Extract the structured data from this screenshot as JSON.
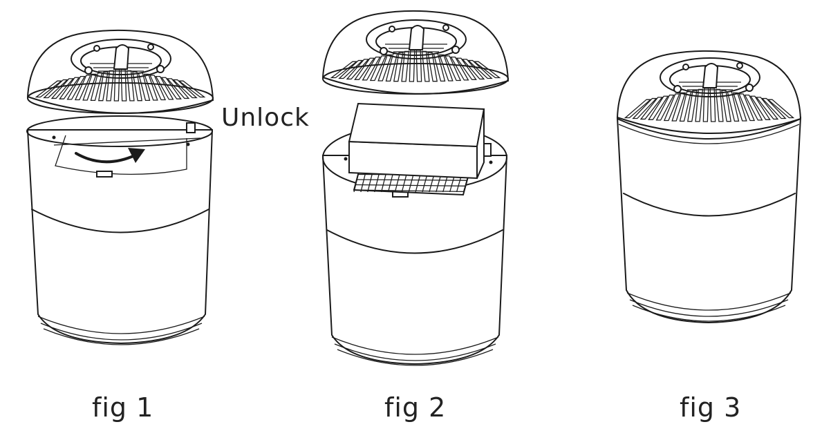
{
  "figures": [
    {
      "id": "fig1",
      "caption": "fig 1"
    },
    {
      "id": "fig2",
      "caption": "fig 2"
    },
    {
      "id": "fig3",
      "caption": "fig 3"
    }
  ],
  "annotations": {
    "unlock": "Unlock"
  },
  "colors": {
    "line": "#1a1a1a",
    "background": "#ffffff"
  }
}
